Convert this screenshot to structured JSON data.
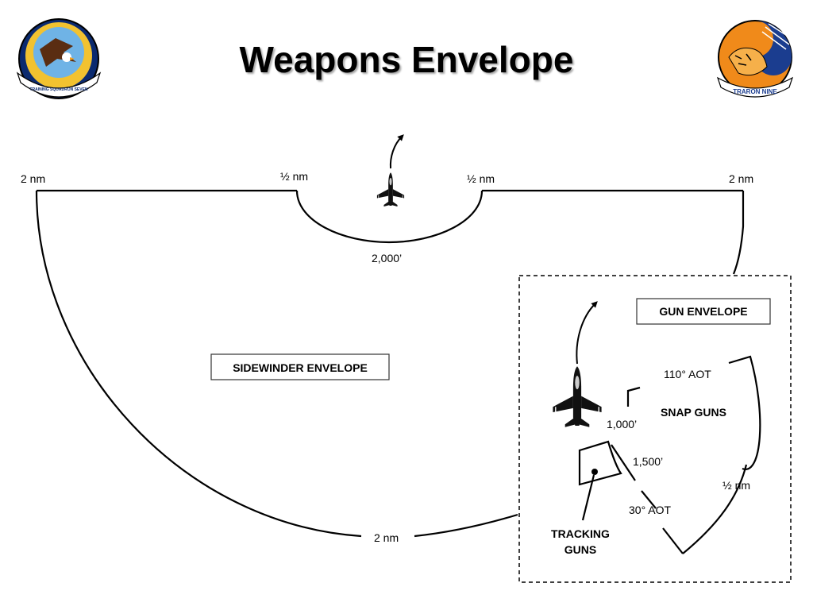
{
  "title": "Weapons Envelope",
  "logos": {
    "left": {
      "icon": "eagle-squadron-patch",
      "text": "TRAINING SQUADRON SEVEN"
    },
    "right": {
      "icon": "tiger-squadron-patch",
      "text": "TRARON NINE"
    }
  },
  "sidewinder": {
    "label": "SIDEWINDER ENVELOPE",
    "outer_left": "2 nm",
    "outer_right": "2 nm",
    "inner_left": "½ nm",
    "inner_right": "½ nm",
    "min_range": "2,000’",
    "bottom": "2 nm"
  },
  "gun": {
    "label": "GUN ENVELOPE",
    "aot_110": "110° AOT",
    "snap_guns": "SNAP GUNS",
    "range_1000": "1,000’",
    "range_1500": "1,500’",
    "half_nm": "½ nm",
    "aot_30": "30° AOT",
    "tracking_line1": "TRACKING",
    "tracking_line2": "GUNS"
  },
  "colors": {
    "line": "#000000",
    "dash": "#000000",
    "box_border": "#333333"
  }
}
